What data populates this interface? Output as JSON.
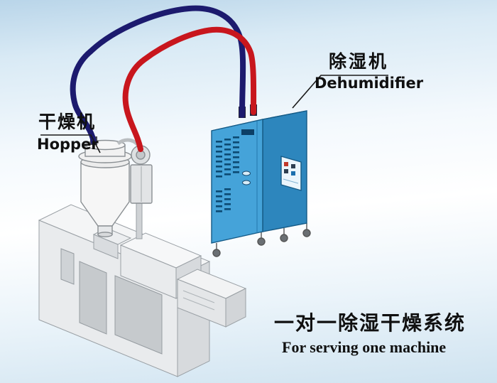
{
  "labels": {
    "hopper": {
      "zh": "干燥机",
      "en": "Hopper"
    },
    "dehumidifier": {
      "zh": "除湿机",
      "en": "Dehumidifier"
    },
    "caption": {
      "zh": "一对一除湿干燥系统",
      "en": "For serving one machine"
    }
  },
  "colors": {
    "pipe_blue": "#1c1a6e",
    "pipe_red": "#c8161d",
    "cabinet_front": "#45a3d9",
    "cabinet_side": "#2d86bd",
    "cabinet_top": "#8fd0f0",
    "text": "#101010"
  }
}
